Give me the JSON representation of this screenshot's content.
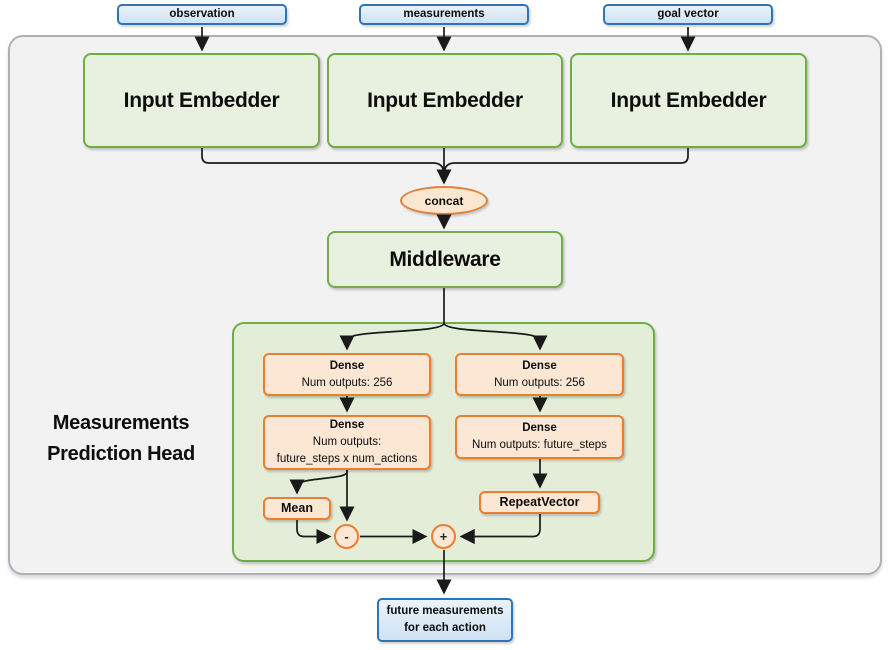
{
  "colors": {
    "green_border": "#6FAD47",
    "green_fill": "#E8F1DF",
    "orange_border": "#ED7D31",
    "orange_fill": "#FCE7D5",
    "blue_border": "#2E75B6",
    "blue_fill": "#D8E8F7",
    "panel_fill": "#F2F2F3",
    "line": "#1A1A1A"
  },
  "inputs": [
    {
      "label": "observation"
    },
    {
      "label": "measurements"
    },
    {
      "label": "goal vector"
    }
  ],
  "embedders": [
    {
      "label": "Input Embedder"
    },
    {
      "label": "Input Embedder"
    },
    {
      "label": "Input Embedder"
    }
  ],
  "concat": {
    "label": "concat"
  },
  "middleware": {
    "label": "Middleware"
  },
  "head": {
    "title": {
      "line1": "Measurements",
      "line2": "Prediction Head"
    },
    "left_branch": {
      "dense1": {
        "line1": "Dense",
        "line2": "Num outputs: 256"
      },
      "dense2": {
        "line1": "Dense",
        "line2": "Num outputs:",
        "line3": "future_steps x num_actions"
      },
      "mean": {
        "label": "Mean"
      },
      "minus": {
        "label": "-"
      }
    },
    "right_branch": {
      "dense1": {
        "line1": "Dense",
        "line2": "Num outputs: 256"
      },
      "dense2": {
        "line1": "Dense",
        "line2": "Num outputs: future_steps"
      },
      "repeat": {
        "label": "RepeatVector"
      },
      "plus": {
        "label": "+"
      }
    }
  },
  "output": {
    "line1": "future measurements",
    "line2": "for each action"
  }
}
